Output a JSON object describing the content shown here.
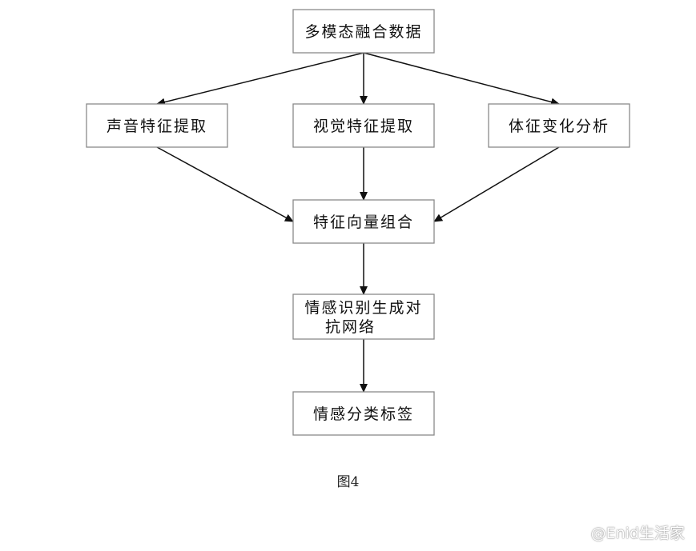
{
  "diagram": {
    "nodes": [
      {
        "id": "multimodal",
        "label": "多模态融合数据"
      },
      {
        "id": "sound",
        "label": "声音特征提取"
      },
      {
        "id": "visual",
        "label": "视觉特征提取"
      },
      {
        "id": "body",
        "label": "体征变化分析"
      },
      {
        "id": "vector",
        "label": "特征向量组合"
      },
      {
        "id": "gan",
        "label": "情感识别生成对抗网络"
      },
      {
        "id": "label",
        "label": "情感分类标签"
      }
    ],
    "edges": [
      {
        "from": "multimodal",
        "to": "sound"
      },
      {
        "from": "multimodal",
        "to": "visual"
      },
      {
        "from": "multimodal",
        "to": "body"
      },
      {
        "from": "sound",
        "to": "vector"
      },
      {
        "from": "visual",
        "to": "vector"
      },
      {
        "from": "body",
        "to": "vector"
      },
      {
        "from": "vector",
        "to": "gan"
      },
      {
        "from": "gan",
        "to": "label"
      }
    ]
  },
  "figure": {
    "caption": "图4"
  },
  "watermark": {
    "text": "@Enid生活家",
    "icon": "weibo-icon"
  }
}
